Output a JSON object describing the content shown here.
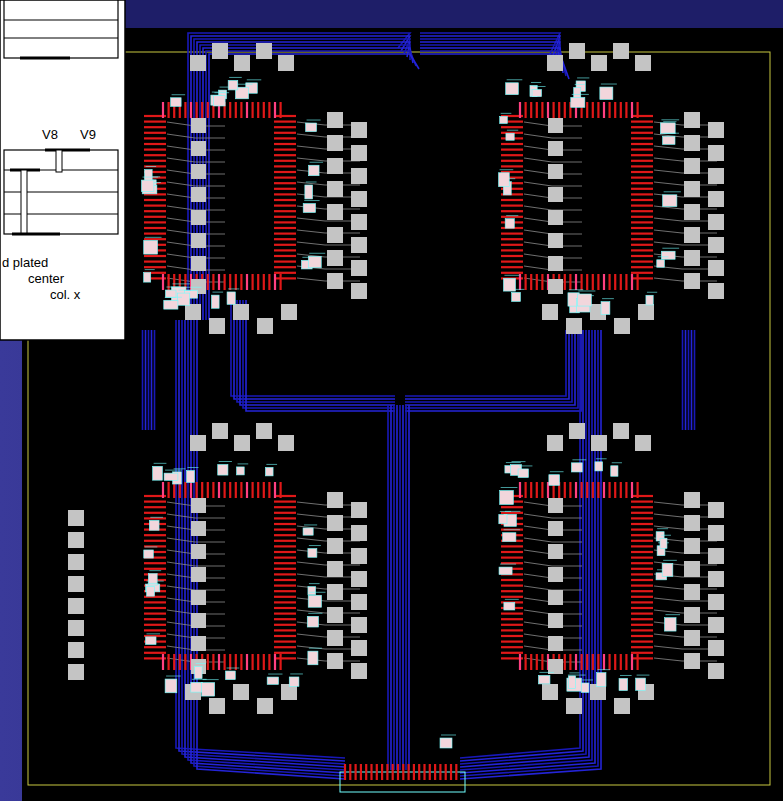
{
  "diagram": {
    "labels": [
      "V8",
      "V9",
      "d plated",
      "center",
      "col. x"
    ]
  }
}
